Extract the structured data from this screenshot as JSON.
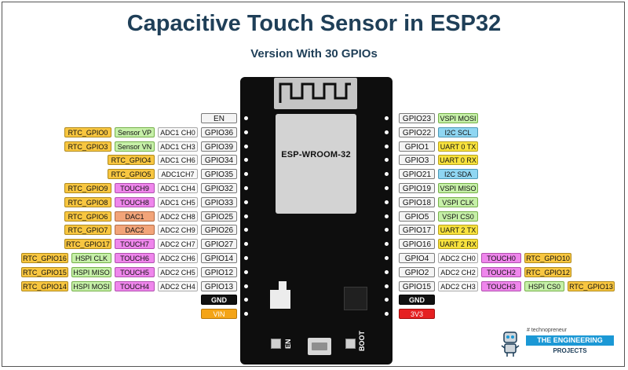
{
  "header": {
    "title": "Capacitive Touch Sensor in ESP32",
    "subtitle": "Version With 30 GPIOs"
  },
  "board": {
    "module_label": "ESP-WROOM-32",
    "button_en": "EN",
    "button_boot": "BOOT"
  },
  "left_pins": [
    {
      "gpio": "EN",
      "tags": []
    },
    {
      "gpio": "GPIO36",
      "tags": [
        {
          "text": "ADC1 CH0",
          "type": "adc"
        },
        {
          "text": "Sensor VP",
          "type": "green"
        },
        {
          "text": "RTC_GPIO0",
          "type": "rtc"
        }
      ]
    },
    {
      "gpio": "GPIO39",
      "tags": [
        {
          "text": "ADC1 CH3",
          "type": "adc"
        },
        {
          "text": "Sensor VN",
          "type": "green"
        },
        {
          "text": "RTC_GPIO3",
          "type": "rtc"
        }
      ]
    },
    {
      "gpio": "GPIO34",
      "tags": [
        {
          "text": "ADC1 CH6",
          "type": "adc"
        },
        {
          "text": "RTC_GPIO4",
          "type": "rtc"
        }
      ]
    },
    {
      "gpio": "GPIO35",
      "tags": [
        {
          "text": "ADC1CH7",
          "type": "adc"
        },
        {
          "text": "RTC_GPIO5",
          "type": "rtc"
        }
      ]
    },
    {
      "gpio": "GPIO32",
      "tags": [
        {
          "text": "ADC1 CH4",
          "type": "adc"
        },
        {
          "text": "TOUCH9",
          "type": "touch"
        },
        {
          "text": "RTC_GPIO9",
          "type": "rtc"
        }
      ]
    },
    {
      "gpio": "GPIO33",
      "tags": [
        {
          "text": "ADC1 CH5",
          "type": "adc"
        },
        {
          "text": "TOUCH8",
          "type": "touch"
        },
        {
          "text": "RTC_GPIO8",
          "type": "rtc"
        }
      ]
    },
    {
      "gpio": "GPIO25",
      "tags": [
        {
          "text": "ADC2 CH8",
          "type": "adc"
        },
        {
          "text": "DAC1",
          "type": "dac"
        },
        {
          "text": "RTC_GPIO6",
          "type": "rtc"
        }
      ]
    },
    {
      "gpio": "GPIO26",
      "tags": [
        {
          "text": "ADC2 CH9",
          "type": "adc"
        },
        {
          "text": "DAC2",
          "type": "dac"
        },
        {
          "text": "RTC_GPIO7",
          "type": "rtc"
        }
      ]
    },
    {
      "gpio": "GPIO27",
      "tags": [
        {
          "text": "ADC2 CH7",
          "type": "adc"
        },
        {
          "text": "TOUCH7",
          "type": "touch"
        },
        {
          "text": "RTC_GPIO17",
          "type": "rtc"
        }
      ]
    },
    {
      "gpio": "GPIO14",
      "tags": [
        {
          "text": "ADC2 CH6",
          "type": "adc"
        },
        {
          "text": "TOUCH6",
          "type": "touch"
        },
        {
          "text": "HSPI CLK",
          "type": "green"
        },
        {
          "text": "RTC_GPIO16",
          "type": "rtc"
        }
      ]
    },
    {
      "gpio": "GPIO12",
      "tags": [
        {
          "text": "ADC2 CH5",
          "type": "adc"
        },
        {
          "text": "TOUCH5",
          "type": "touch"
        },
        {
          "text": "HSPI MISO",
          "type": "green"
        },
        {
          "text": "RTC_GPIO15",
          "type": "rtc"
        }
      ]
    },
    {
      "gpio": "GPIO13",
      "tags": [
        {
          "text": "ADC2 CH4",
          "type": "adc"
        },
        {
          "text": "TOUCH4",
          "type": "touch"
        },
        {
          "text": "HSPI MOSI",
          "type": "green"
        },
        {
          "text": "RTC_GPIO14",
          "type": "rtc"
        }
      ]
    },
    {
      "gpio": "GND",
      "tags": [],
      "style": "black"
    },
    {
      "gpio": "VIN",
      "tags": [],
      "style": "orange"
    }
  ],
  "right_pins": [
    {
      "gpio": "GPIO23",
      "tags": [
        {
          "text": "VSPI MOSI",
          "type": "green"
        }
      ]
    },
    {
      "gpio": "GPIO22",
      "tags": [
        {
          "text": "I2C SCL",
          "type": "blue"
        }
      ]
    },
    {
      "gpio": "GPIO1",
      "tags": [
        {
          "text": "UART 0 TX",
          "type": "yellow"
        }
      ]
    },
    {
      "gpio": "GPIO3",
      "tags": [
        {
          "text": "UART 0 RX",
          "type": "yellow"
        }
      ]
    },
    {
      "gpio": "GPIO21",
      "tags": [
        {
          "text": "I2C SDA",
          "type": "blue"
        }
      ]
    },
    {
      "gpio": "GPIO19",
      "tags": [
        {
          "text": "VSPI MISO",
          "type": "green"
        }
      ]
    },
    {
      "gpio": "GPIO18",
      "tags": [
        {
          "text": "VSPI CLK",
          "type": "green"
        }
      ]
    },
    {
      "gpio": "GPIO5",
      "tags": [
        {
          "text": "VSPI CS0",
          "type": "green"
        }
      ]
    },
    {
      "gpio": "GPIO17",
      "tags": [
        {
          "text": "UART 2 TX",
          "type": "yellow"
        }
      ]
    },
    {
      "gpio": "GPIO16",
      "tags": [
        {
          "text": "UART 2 RX",
          "type": "yellow"
        }
      ]
    },
    {
      "gpio": "GPIO4",
      "tags": [
        {
          "text": "ADC2 CH0",
          "type": "adc"
        },
        {
          "text": "TOUCH0",
          "type": "touch"
        },
        {
          "text": "RTC_GPIO10",
          "type": "rtc"
        }
      ]
    },
    {
      "gpio": "GPIO2",
      "tags": [
        {
          "text": "ADC2 CH2",
          "type": "adc"
        },
        {
          "text": "TOUCH2",
          "type": "touch"
        },
        {
          "text": "RTC_GPIO12",
          "type": "rtc"
        }
      ]
    },
    {
      "gpio": "GPIO15",
      "tags": [
        {
          "text": "ADC2 CH3",
          "type": "adc"
        },
        {
          "text": "TOUCH3",
          "type": "touch"
        },
        {
          "text": "HSPI CS0",
          "type": "green"
        },
        {
          "text": "RTC_GPIO13",
          "type": "rtc"
        }
      ]
    },
    {
      "gpio": "GND",
      "tags": [],
      "style": "black"
    },
    {
      "gpio": "3V3",
      "tags": [],
      "style": "red"
    }
  ],
  "logo": {
    "hashtag": "# technopreneur",
    "name": "THE ENGINEERING",
    "sub": "PROJECTS"
  },
  "colors": {
    "title": "#1f3f58",
    "rtc": "#f8c640",
    "touch": "#ef86ec",
    "dac": "#f2a479",
    "green": "#c6f0a8",
    "blue": "#8fd6f2",
    "yellow": "#f8e23d",
    "vin": "#f4a416",
    "v3": "#e52021",
    "gnd": "#101010",
    "logo": "#1b98d5"
  }
}
